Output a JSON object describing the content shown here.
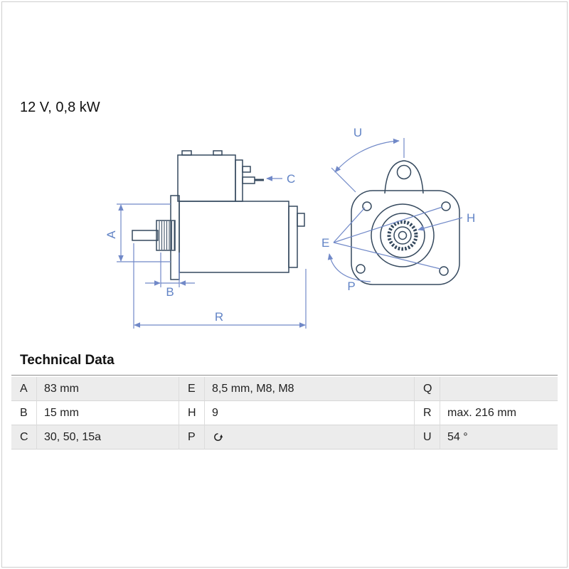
{
  "page": {
    "title": "12 V, 0,8 kW",
    "section_title": "Technical Data"
  },
  "drawing": {
    "description": "starter-motor side view and mounting-flange front view",
    "line_color": "#35495e",
    "dimension_color": "#7189c8",
    "labels": {
      "A": "A",
      "B": "B",
      "C": "C",
      "R": "R",
      "U": "U",
      "E": "E",
      "H": "H",
      "P": "P"
    }
  },
  "table": {
    "rows": [
      [
        {
          "key": "A",
          "value": "83 mm"
        },
        {
          "key": "E",
          "value": "8,5 mm, M8, M8"
        },
        {
          "key": "Q",
          "value": ""
        }
      ],
      [
        {
          "key": "B",
          "value": "15 mm"
        },
        {
          "key": "H",
          "value": "9"
        },
        {
          "key": "R",
          "value": "max. 216 mm"
        }
      ],
      [
        {
          "key": "C",
          "value": "30, 50, 15a"
        },
        {
          "key": "P",
          "value": "",
          "icon": "rotation-ccw"
        },
        {
          "key": "U",
          "value": "54 °"
        }
      ]
    ]
  }
}
